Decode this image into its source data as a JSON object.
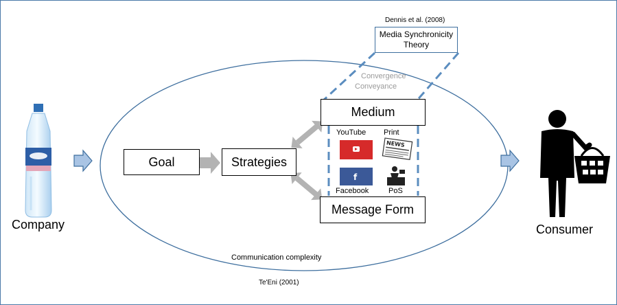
{
  "citations": {
    "dennis": "Dennis et al. (2008)",
    "teeni": "Te'Eni (2001)"
  },
  "theory_box": {
    "line1": "Media Synchronicity",
    "line2": "Theory"
  },
  "convergence": "Convergence",
  "conveyance": "Conveyance",
  "nodes": {
    "company": "Company",
    "goal": "Goal",
    "strategies": "Strategies",
    "medium": "Medium",
    "message_form": "Message Form",
    "consumer": "Consumer"
  },
  "media": {
    "youtube": "YouTube",
    "print": "Print",
    "facebook": "Facebook",
    "pos": "PoS"
  },
  "ellipse_caption": "Communication complexity",
  "colors": {
    "frame_border": "#4a79a8",
    "ellipse_stroke": "#3d6e9e",
    "dashed_line": "#5b8dbf",
    "gray_arrow": "#b3b3b3",
    "blue_arrow_fill": "#a9c4e4",
    "youtube_red": "#d62a2a",
    "facebook_blue": "#3b5998",
    "bottle_label_blue": "#2d5ea6",
    "muted_text": "#9a9a9a"
  },
  "icons": [
    "water-bottle-icon",
    "youtube-icon",
    "newspaper-icon",
    "facebook-icon",
    "shop-counter-icon",
    "shopper-with-basket-icon"
  ]
}
